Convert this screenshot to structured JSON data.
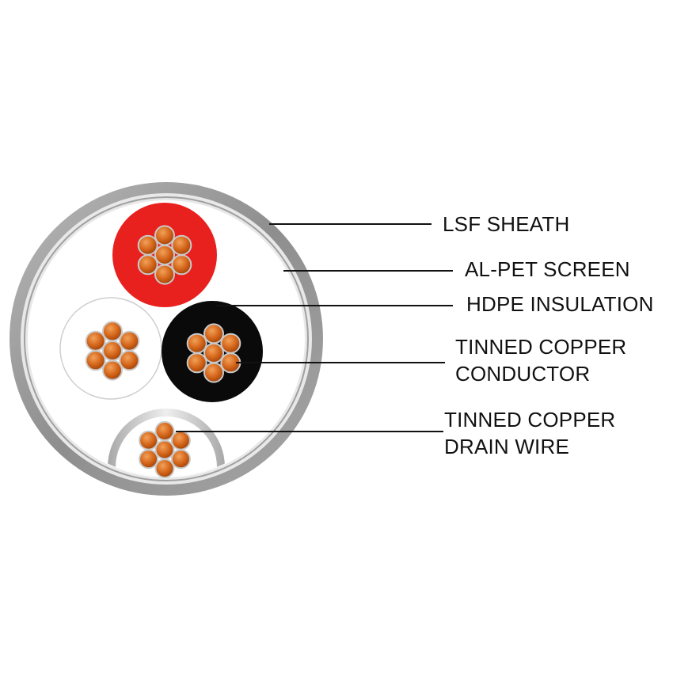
{
  "labels": {
    "sheath": "LSF SHEATH",
    "screen": "AL-PET SCREEN",
    "insulation": "HDPE INSULATION",
    "conductor": [
      "TINNED COPPER",
      "CONDUCTOR"
    ],
    "drain": [
      "TINNED COPPER",
      "DRAIN WIRE"
    ]
  },
  "colors": {
    "sheath": "#9a9a9a",
    "screen": "#d4d4d4",
    "core_red": "#e8201e",
    "core_black": "#0a0a0a",
    "core_white": "#ffffff",
    "copper": "#d4661a",
    "tin_edge": "#c9c9c9",
    "leader": "#111111"
  },
  "icons": {
    "cable": "cable-cross-section-icon"
  }
}
